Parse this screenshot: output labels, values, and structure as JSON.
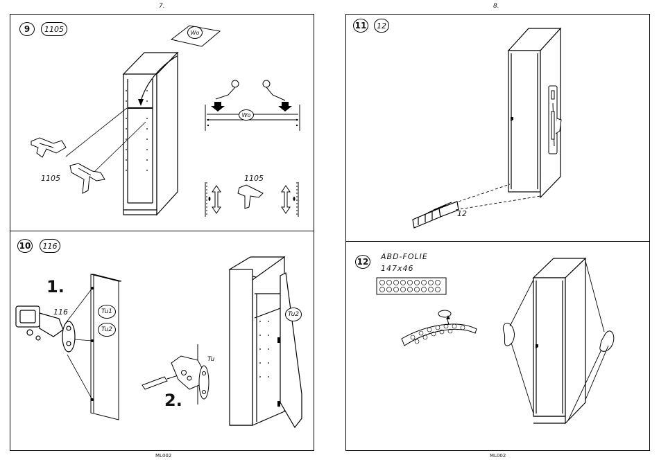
{
  "pages": {
    "left_number": "7.",
    "right_number": "8.",
    "left_footer": "ML002",
    "right_footer": "ML002"
  },
  "steps": [
    {
      "number": "9",
      "part": "1105",
      "labels": {
        "panel": "Wo",
        "shelf": "Wo",
        "clip": "1105",
        "clip2": "1105"
      }
    },
    {
      "number": "10",
      "part": "116",
      "labels": {
        "hinge": "116",
        "mark1": "Tu1",
        "mark2": "Tu2",
        "door_mark": "Tu2",
        "door_side": "Tu",
        "step1": "1.",
        "step2": "2."
      }
    },
    {
      "number": "11",
      "part": "12",
      "labels": {
        "caps": "12"
      }
    },
    {
      "number": "12",
      "labels": {
        "foil_title": "ABD-FOLIE",
        "foil_size": "147x46"
      }
    }
  ]
}
